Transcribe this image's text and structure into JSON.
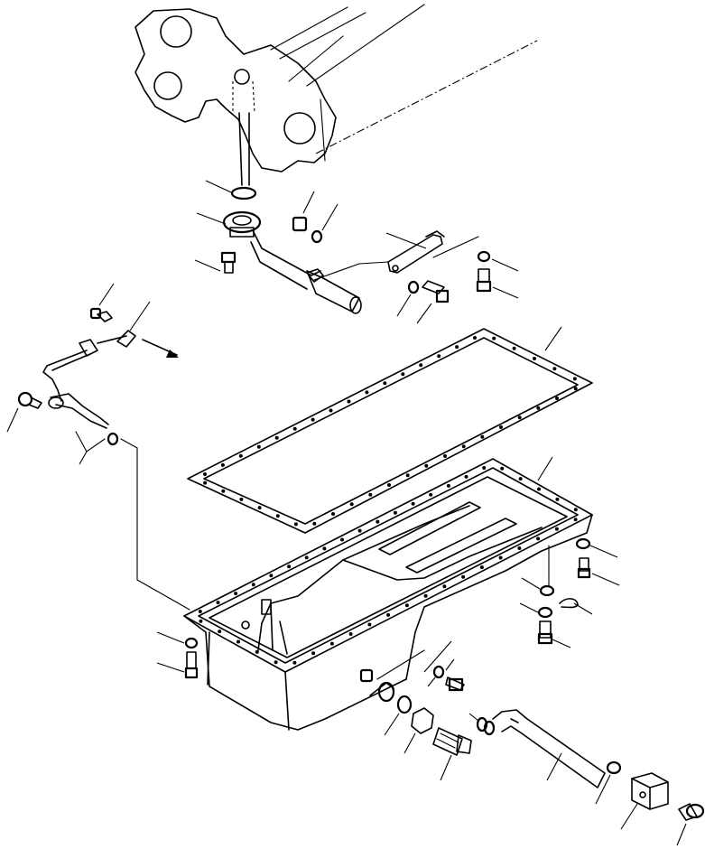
{
  "diagram": {
    "colors": {
      "ink": "#000000",
      "paper": "#ffffff"
    },
    "parts": [
      "engine-block",
      "o-ring",
      "oil-suction-tube",
      "suction-tube-bracket",
      "dipstick-guide",
      "oil-pan-gasket",
      "oil-pan",
      "drain-valve",
      "drain-hose"
    ]
  }
}
